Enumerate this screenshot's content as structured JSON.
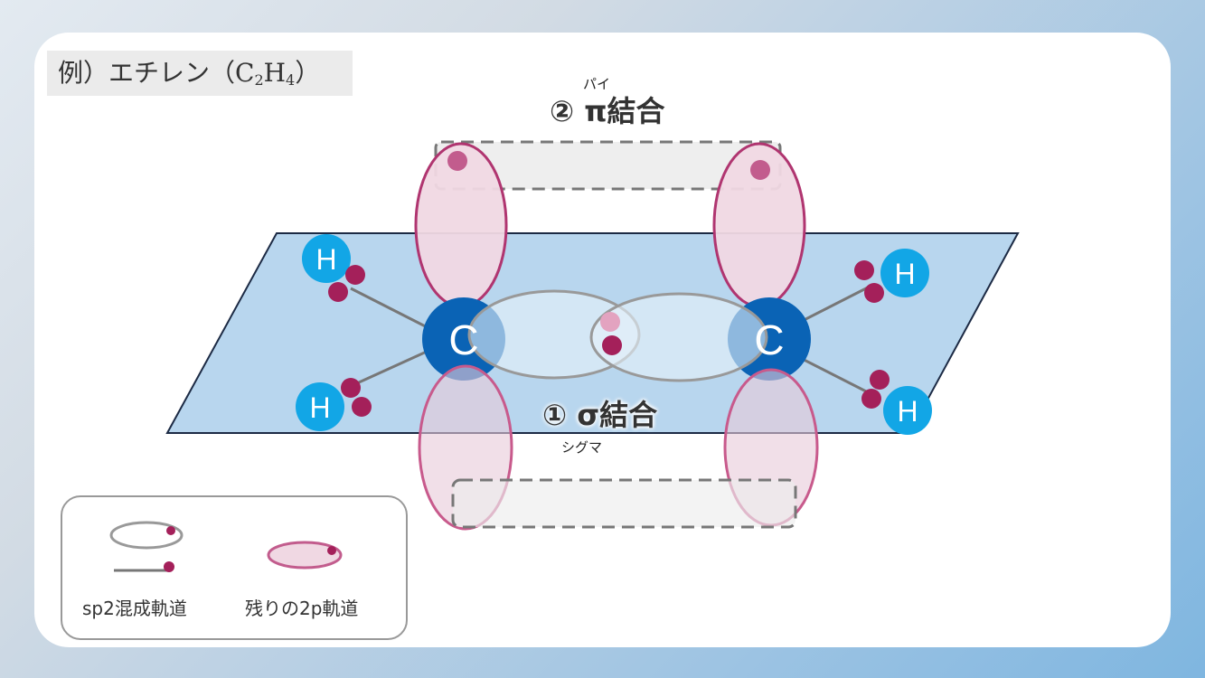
{
  "title": {
    "prefix": "例）エチレン（C",
    "sub1": "2",
    "mid": "H",
    "sub2": "4",
    "suffix": "）"
  },
  "pi_bond": {
    "ruby": "パイ",
    "label": "② π結合"
  },
  "sigma_bond": {
    "ruby": "シグマ",
    "label": "① σ結合"
  },
  "atoms": {
    "carbon": "C",
    "hydrogen": "H"
  },
  "legend": {
    "sp2_label": "sp2混成軌道",
    "p_label": "残りの2p軌道"
  },
  "colors": {
    "plane": "#b8d6ee",
    "carbon": "#0a63b5",
    "hydrogen": "#12a6e6",
    "electron": "#a4205a",
    "p_orbital": "#c6467f"
  }
}
